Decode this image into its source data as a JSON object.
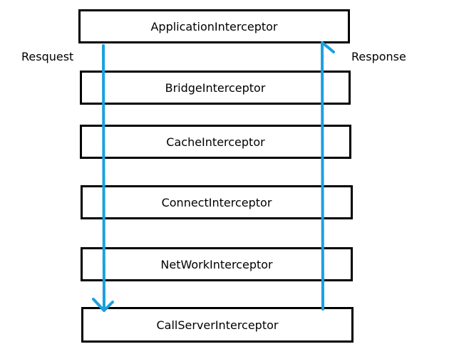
{
  "labels": {
    "request": "Resquest",
    "response": "Response"
  },
  "interceptors": [
    "ApplicationInterceptor",
    "BridgeInterceptor",
    "CacheInterceptor",
    "ConnectInterceptor",
    "NetWorkInterceptor",
    "CallServerInterceptor"
  ],
  "colors": {
    "arrow": "#1aa0e0",
    "box_border": "#000000"
  }
}
